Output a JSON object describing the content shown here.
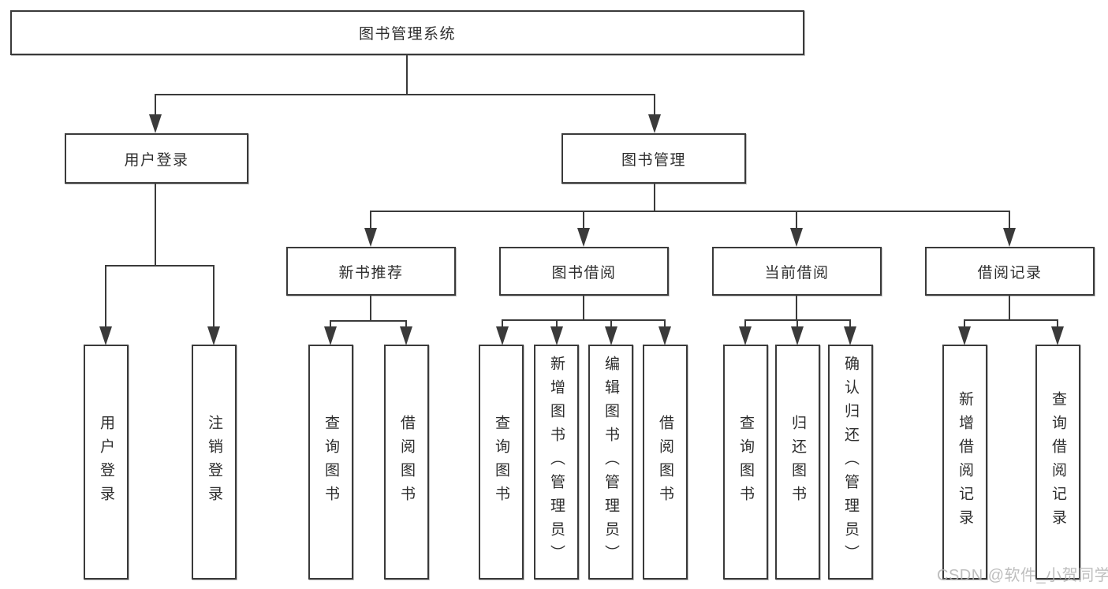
{
  "tree": {
    "root": {
      "label": "图书管理系统"
    },
    "children": [
      {
        "label": "用户登录",
        "children": [
          {
            "label": "用户登录"
          },
          {
            "label": "注销登录"
          }
        ]
      },
      {
        "label": "图书管理",
        "children": [
          {
            "label": "新书推荐",
            "children": [
              {
                "label": "查询图书"
              },
              {
                "label": "借阅图书"
              }
            ]
          },
          {
            "label": "图书借阅",
            "children": [
              {
                "label": "查询图书"
              },
              {
                "label": "新增图书（管理员）"
              },
              {
                "label": "编辑图书（管理员）"
              },
              {
                "label": "借阅图书"
              }
            ]
          },
          {
            "label": "当前借阅",
            "children": [
              {
                "label": "查询图书"
              },
              {
                "label": "归还图书"
              },
              {
                "label": "确认归还（管理员）"
              }
            ]
          },
          {
            "label": "借阅记录",
            "children": [
              {
                "label": "新增借阅记录"
              },
              {
                "label": "查询借阅记录"
              }
            ]
          }
        ]
      }
    ]
  },
  "watermark": {
    "text": "CSDN @软件_小贺同学"
  },
  "colors": {
    "line": "#3a3a3a",
    "text": "#2e2e2e",
    "watermark": "#b3b3b3",
    "background": "#ffffff"
  }
}
